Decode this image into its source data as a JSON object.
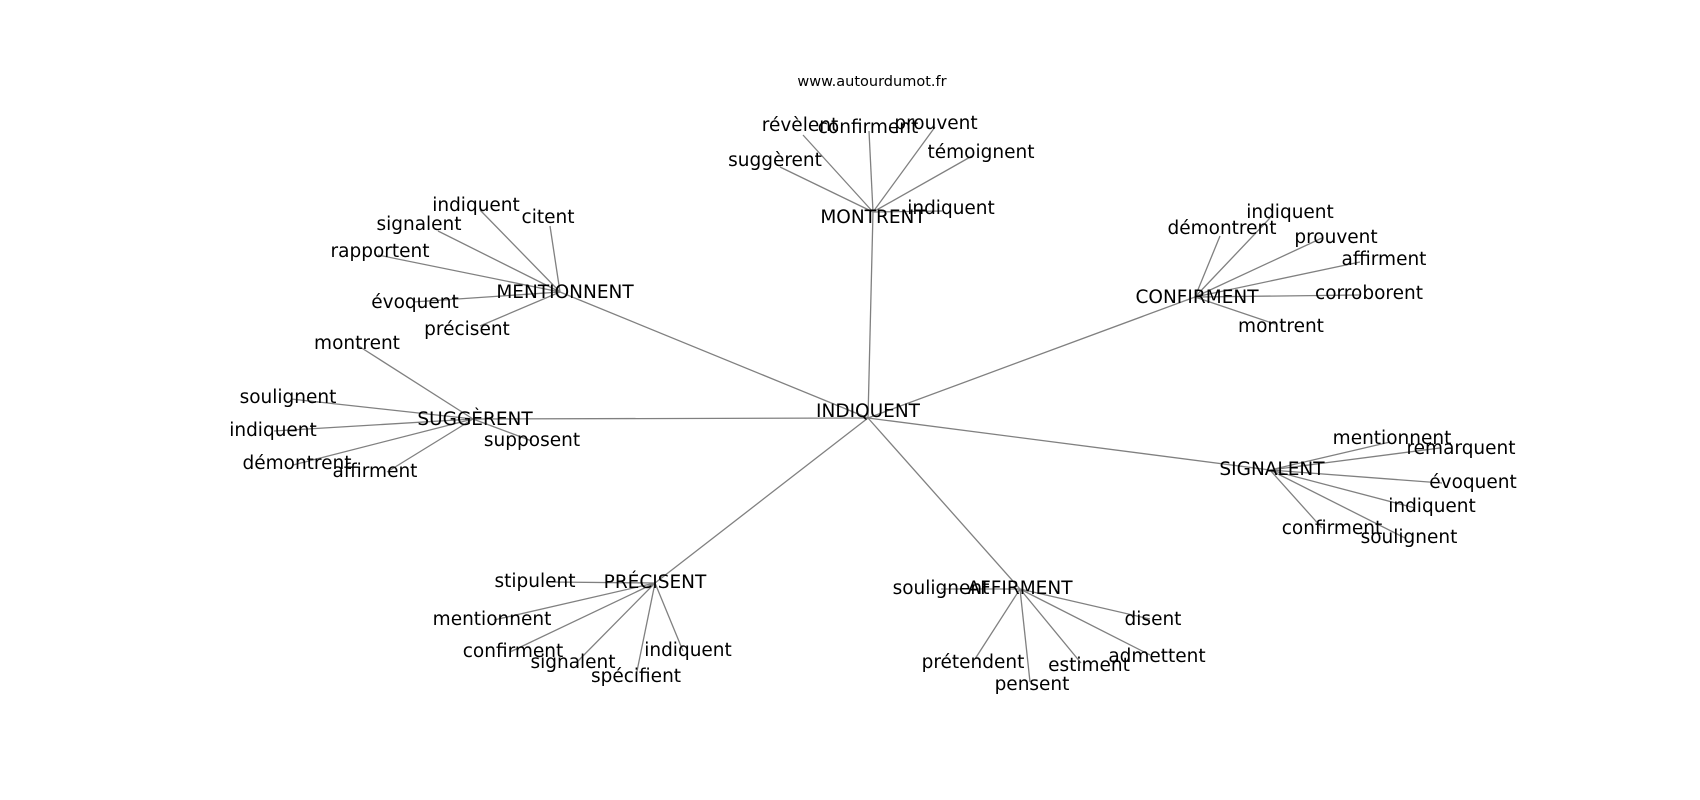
{
  "source": "www.autourdumot.fr",
  "colors": {
    "edge": "#808080",
    "text": "#000000",
    "background": "#ffffff"
  },
  "root": "INDIQUENT",
  "hubs": [
    {
      "id": "montrent",
      "label": "MONTRENT",
      "leaves": [
        "suggèrent",
        "révèlent",
        "confirment",
        "prouvent",
        "témoignent",
        "indiquent"
      ]
    },
    {
      "id": "mentionnent",
      "label": "MENTIONNENT",
      "leaves": [
        "indiquent",
        "signalent",
        "citent",
        "rapportent",
        "évoquent",
        "précisent"
      ]
    },
    {
      "id": "confirment",
      "label": "CONFIRMENT",
      "leaves": [
        "démontrent",
        "indiquent",
        "prouvent",
        "affirment",
        "corroborent",
        "montrent"
      ]
    },
    {
      "id": "suggerent",
      "label": "SUGGÈRENT",
      "leaves": [
        "montrent",
        "soulignent",
        "indiquent",
        "démontrent",
        "affirment",
        "supposent"
      ]
    },
    {
      "id": "signalent",
      "label": "SIGNALENT",
      "leaves": [
        "mentionnent",
        "remarquent",
        "évoquent",
        "indiquent",
        "confirment",
        "soulignent"
      ]
    },
    {
      "id": "precisent",
      "label": "PRÉCISENT",
      "leaves": [
        "stipulent",
        "mentionnent",
        "confirment",
        "signalent",
        "spécifient",
        "indiquent"
      ]
    },
    {
      "id": "affirment",
      "label": "AFFIRMENT",
      "leaves": [
        "soulignent",
        "disent",
        "prétendent",
        "admettent",
        "estiment",
        "pensent"
      ]
    }
  ]
}
